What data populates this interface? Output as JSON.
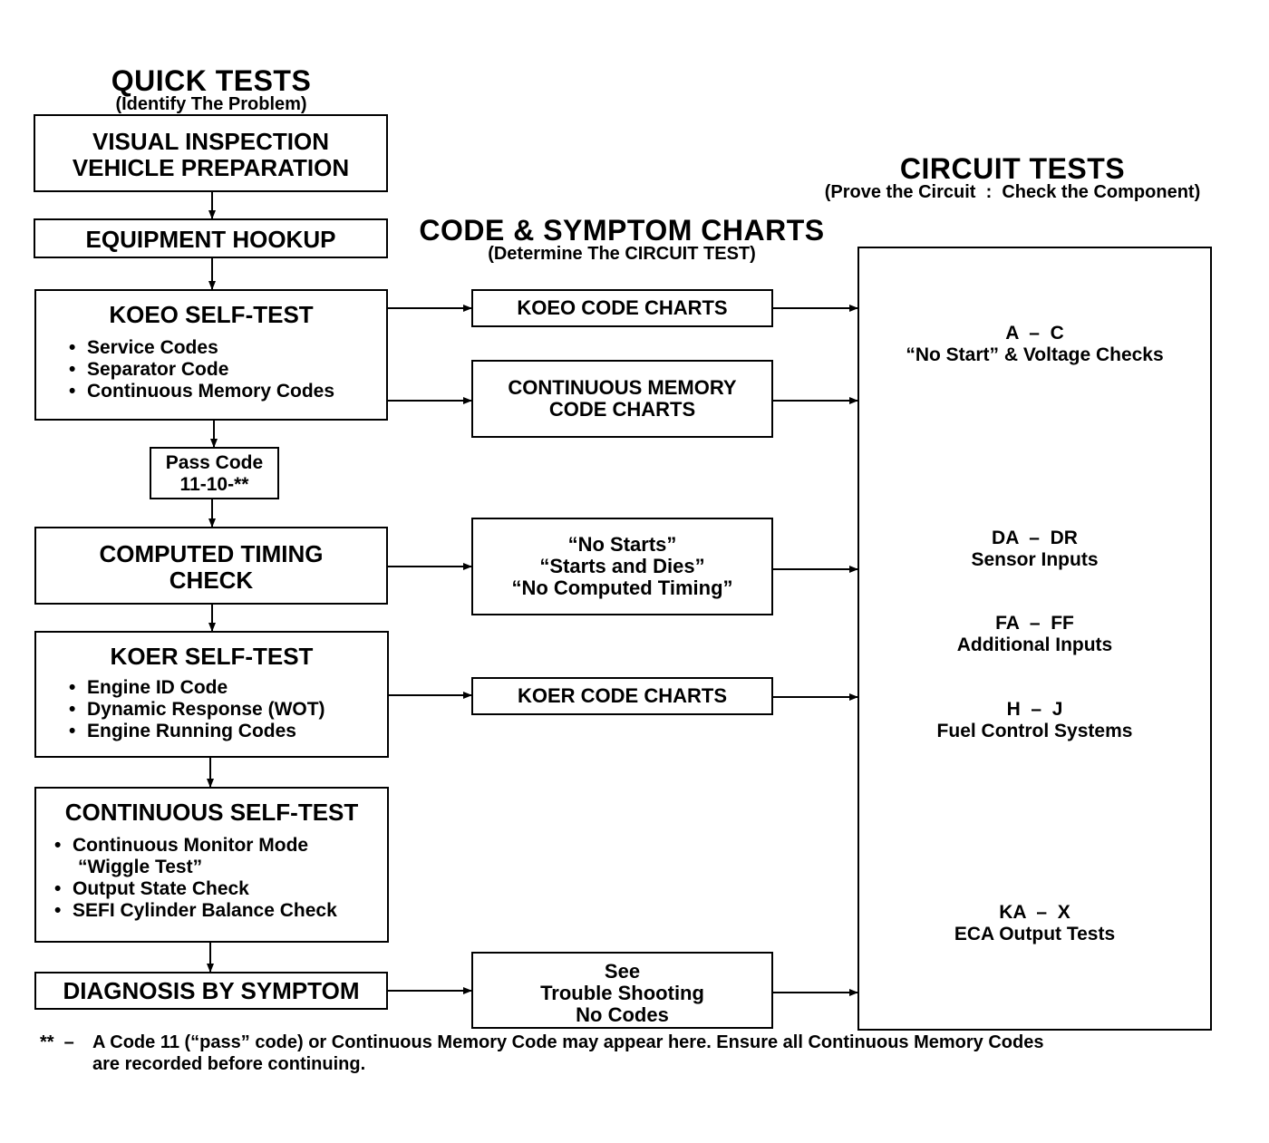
{
  "headers": {
    "quick_tests": {
      "title": "QUICK TESTS",
      "subtitle": "(Identify The Problem)"
    },
    "code_symptom": {
      "title": "CODE & SYMPTOM CHARTS",
      "subtitle": "(Determine The CIRCUIT TEST)"
    },
    "circuit_tests": {
      "title": "CIRCUIT TESTS",
      "subtitle": "(Prove the Circuit  :  Check the Component)"
    }
  },
  "quick_tests": {
    "visual": {
      "line1": "VISUAL INSPECTION",
      "line2": "VEHICLE PREPARATION"
    },
    "equipment": {
      "title": "EQUIPMENT HOOKUP"
    },
    "koeo": {
      "title": "KOEO SELF-TEST",
      "items": [
        "Service Codes",
        "Separator Code",
        "Continuous Memory Codes"
      ]
    },
    "pass_code": {
      "line1": "Pass Code",
      "line2": "11-10-**"
    },
    "timing": {
      "line1": "COMPUTED TIMING",
      "line2": "CHECK"
    },
    "koer": {
      "title": "KOER SELF-TEST",
      "items": [
        "Engine ID Code",
        "Dynamic Response (WOT)",
        "Engine Running Codes"
      ]
    },
    "continuous": {
      "title": "CONTINUOUS SELF-TEST",
      "items": [
        "Continuous Monitor Mode",
        "“Wiggle Test”",
        "Output State Check",
        "SEFI Cylinder Balance Check"
      ]
    },
    "diagnosis": {
      "title": "DIAGNOSIS BY SYMPTOM"
    }
  },
  "charts": {
    "koeo_charts": {
      "title": "KOEO CODE CHARTS"
    },
    "cont_memory": {
      "line1": "CONTINUOUS MEMORY",
      "line2": "CODE CHARTS"
    },
    "symptoms": {
      "line1": "“No Starts”",
      "line2": "“Starts and Dies”",
      "line3": "“No Computed Timing”"
    },
    "koer_charts": {
      "title": "KOER CODE CHARTS"
    },
    "see": {
      "line1": "See",
      "line2": "Trouble Shooting",
      "line3": "No Codes"
    }
  },
  "circuit_groups": [
    {
      "range": "A  –  C",
      "label": "“No Start” & Voltage Checks"
    },
    {
      "range": "DA  –  DR",
      "label": "Sensor Inputs"
    },
    {
      "range": "FA  –  FF",
      "label": "Additional Inputs"
    },
    {
      "range": "H  –  J",
      "label": "Fuel Control Systems"
    },
    {
      "range": "KA  –  X",
      "label": "ECA Output Tests"
    }
  ],
  "footnote": {
    "marker": "**  –",
    "line1": "A Code 11 (“pass” code) or Continuous Memory Code may appear here. Ensure all Continuous Memory Codes",
    "line2": "are recorded before continuing."
  }
}
